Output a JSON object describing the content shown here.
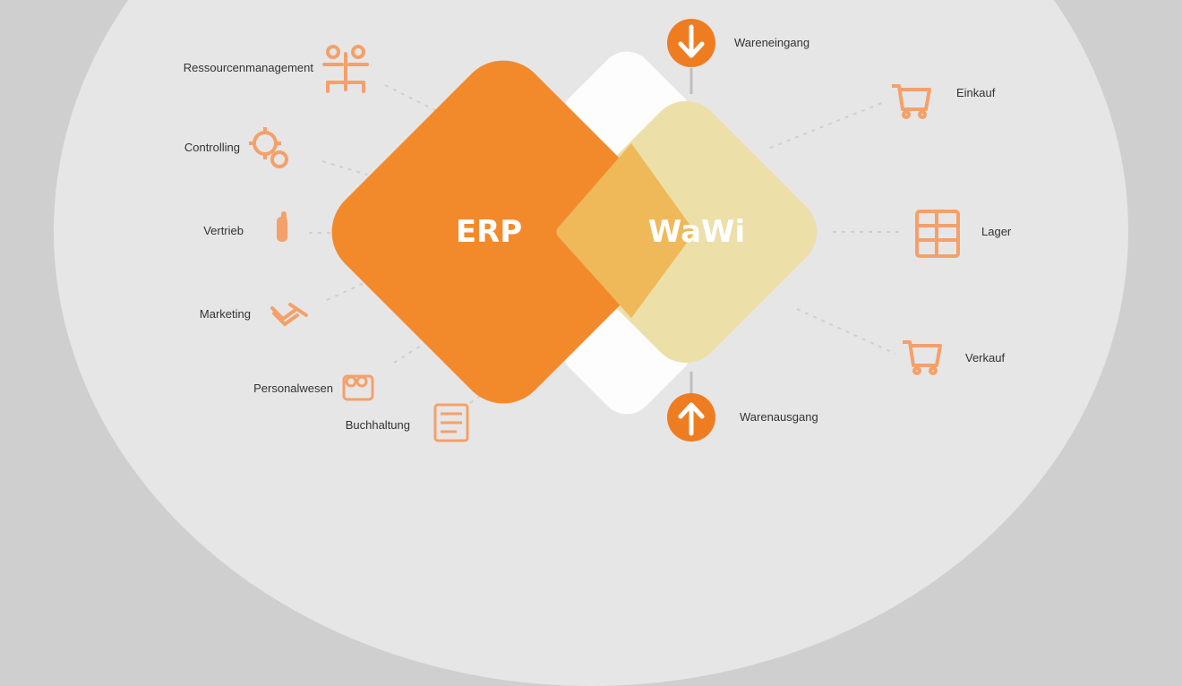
{
  "center": {
    "erp": "ERP",
    "wawi": "WaWi"
  },
  "left_items": [
    {
      "label": "Ressourcenmanagement",
      "icon": "people-network-icon"
    },
    {
      "label": "Controlling",
      "icon": "gear-icon"
    },
    {
      "label": "Vertrieb",
      "icon": "hand-icon"
    },
    {
      "label": "Marketing",
      "icon": "handshake-icon"
    },
    {
      "label": "Personalwesen",
      "icon": "team-icon"
    },
    {
      "label": "Buchhaltung",
      "icon": "ledger-icon"
    }
  ],
  "right_items": [
    {
      "label": "Wareneingang",
      "icon": "arrow-down-circle-icon"
    },
    {
      "label": "Einkauf",
      "icon": "cart-icon"
    },
    {
      "label": "Lager",
      "icon": "shelf-icon"
    },
    {
      "label": "Verkauf",
      "icon": "cart-icon"
    },
    {
      "label": "Warenausgang",
      "icon": "arrow-up-circle-icon"
    }
  ],
  "colors": {
    "erp": "#f28a2b",
    "wawi": "#ecdfa8",
    "overlap": "#efb859",
    "icon": "#f5a06a",
    "accent": "#ee7d22"
  }
}
